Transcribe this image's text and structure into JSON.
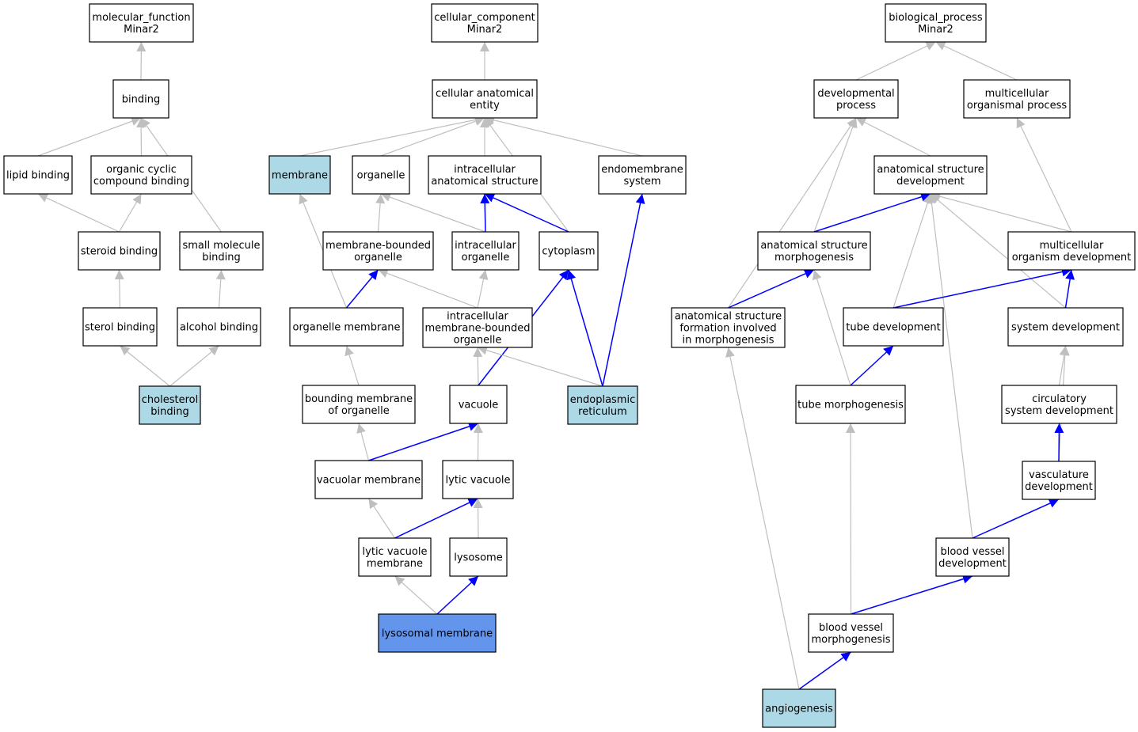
{
  "colors": {
    "grey_edge": "#bfbfbf",
    "blue_edge": "#0000ff",
    "highlight": "#add8e6",
    "query": "#6495ed",
    "default": "#ffffff"
  },
  "nodes": [
    {
      "id": "mf",
      "lines": [
        "molecular_function",
        "Minar2"
      ],
      "style": "default"
    },
    {
      "id": "binding",
      "lines": [
        "binding"
      ],
      "style": "default"
    },
    {
      "id": "lipid_binding",
      "lines": [
        "lipid binding"
      ],
      "style": "default"
    },
    {
      "id": "organic_cyclic",
      "lines": [
        "organic cyclic",
        "compound binding"
      ],
      "style": "default"
    },
    {
      "id": "steroid_binding",
      "lines": [
        "steroid binding"
      ],
      "style": "default"
    },
    {
      "id": "small_molecule",
      "lines": [
        "small molecule",
        "binding"
      ],
      "style": "default"
    },
    {
      "id": "sterol_binding",
      "lines": [
        "sterol binding"
      ],
      "style": "default"
    },
    {
      "id": "alcohol_binding",
      "lines": [
        "alcohol binding"
      ],
      "style": "default"
    },
    {
      "id": "cholesterol_binding",
      "lines": [
        "cholesterol",
        "binding"
      ],
      "style": "highlight"
    },
    {
      "id": "cc",
      "lines": [
        "cellular_component",
        "Minar2"
      ],
      "style": "default"
    },
    {
      "id": "cae",
      "lines": [
        "cellular anatomical",
        "entity"
      ],
      "style": "default"
    },
    {
      "id": "membrane",
      "lines": [
        "membrane"
      ],
      "style": "highlight"
    },
    {
      "id": "organelle",
      "lines": [
        "organelle"
      ],
      "style": "default"
    },
    {
      "id": "ias",
      "lines": [
        "intracellular",
        "anatomical structure"
      ],
      "style": "default"
    },
    {
      "id": "endomembrane",
      "lines": [
        "endomembrane",
        "system"
      ],
      "style": "default"
    },
    {
      "id": "mbo",
      "lines": [
        "membrane-bounded",
        "organelle"
      ],
      "style": "default"
    },
    {
      "id": "io",
      "lines": [
        "intracellular",
        "organelle"
      ],
      "style": "default"
    },
    {
      "id": "cytoplasm",
      "lines": [
        "cytoplasm"
      ],
      "style": "default"
    },
    {
      "id": "om",
      "lines": [
        "organelle membrane"
      ],
      "style": "default"
    },
    {
      "id": "imbo",
      "lines": [
        "intracellular",
        "membrane-bounded",
        "organelle"
      ],
      "style": "default"
    },
    {
      "id": "bmo",
      "lines": [
        "bounding membrane",
        "of organelle"
      ],
      "style": "default"
    },
    {
      "id": "vacuole",
      "lines": [
        "vacuole"
      ],
      "style": "default"
    },
    {
      "id": "er",
      "lines": [
        "endoplasmic",
        "reticulum"
      ],
      "style": "highlight"
    },
    {
      "id": "vm",
      "lines": [
        "vacuolar membrane"
      ],
      "style": "default"
    },
    {
      "id": "lv",
      "lines": [
        "lytic vacuole"
      ],
      "style": "default"
    },
    {
      "id": "lvm",
      "lines": [
        "lytic vacuole",
        "membrane"
      ],
      "style": "default"
    },
    {
      "id": "lysosome",
      "lines": [
        "lysosome"
      ],
      "style": "default"
    },
    {
      "id": "lm",
      "lines": [
        "lysosomal membrane"
      ],
      "style": "query"
    },
    {
      "id": "bp",
      "lines": [
        "biological_process",
        "Minar2"
      ],
      "style": "default"
    },
    {
      "id": "dp",
      "lines": [
        "developmental",
        "process"
      ],
      "style": "default"
    },
    {
      "id": "mop",
      "lines": [
        "multicellular",
        "organismal process"
      ],
      "style": "default"
    },
    {
      "id": "asd",
      "lines": [
        "anatomical structure",
        "development"
      ],
      "style": "default"
    },
    {
      "id": "asm",
      "lines": [
        "anatomical structure",
        "morphogenesis"
      ],
      "style": "default"
    },
    {
      "id": "mod",
      "lines": [
        "multicellular",
        "organism development"
      ],
      "style": "default"
    },
    {
      "id": "asf",
      "lines": [
        "anatomical structure",
        "formation involved",
        "in morphogenesis"
      ],
      "style": "default"
    },
    {
      "id": "td",
      "lines": [
        "tube development"
      ],
      "style": "default"
    },
    {
      "id": "sd",
      "lines": [
        "system development"
      ],
      "style": "default"
    },
    {
      "id": "tm",
      "lines": [
        "tube morphogenesis"
      ],
      "style": "default"
    },
    {
      "id": "csd",
      "lines": [
        "circulatory",
        "system development"
      ],
      "style": "default"
    },
    {
      "id": "vd",
      "lines": [
        "vasculature",
        "development"
      ],
      "style": "default"
    },
    {
      "id": "bvd",
      "lines": [
        "blood vessel",
        "development"
      ],
      "style": "default"
    },
    {
      "id": "bvm",
      "lines": [
        "blood vessel",
        "morphogenesis"
      ],
      "style": "default"
    },
    {
      "id": "angio",
      "lines": [
        "angiogenesis"
      ],
      "style": "highlight"
    }
  ],
  "edges": [
    {
      "from": "binding",
      "to": "mf",
      "kind": "grey"
    },
    {
      "from": "lipid_binding",
      "to": "binding",
      "kind": "grey"
    },
    {
      "from": "organic_cyclic",
      "to": "binding",
      "kind": "grey"
    },
    {
      "from": "small_molecule",
      "to": "binding",
      "kind": "grey"
    },
    {
      "from": "steroid_binding",
      "to": "lipid_binding",
      "kind": "grey"
    },
    {
      "from": "steroid_binding",
      "to": "organic_cyclic",
      "kind": "grey"
    },
    {
      "from": "sterol_binding",
      "to": "steroid_binding",
      "kind": "grey"
    },
    {
      "from": "alcohol_binding",
      "to": "small_molecule",
      "kind": "grey"
    },
    {
      "from": "cholesterol_binding",
      "to": "sterol_binding",
      "kind": "grey"
    },
    {
      "from": "cholesterol_binding",
      "to": "alcohol_binding",
      "kind": "grey"
    },
    {
      "from": "cae",
      "to": "cc",
      "kind": "grey"
    },
    {
      "from": "membrane",
      "to": "cae",
      "kind": "grey"
    },
    {
      "from": "organelle",
      "to": "cae",
      "kind": "grey"
    },
    {
      "from": "ias",
      "to": "cae",
      "kind": "grey"
    },
    {
      "from": "endomembrane",
      "to": "cae",
      "kind": "grey"
    },
    {
      "from": "cytoplasm",
      "to": "cae",
      "kind": "grey"
    },
    {
      "from": "mbo",
      "to": "organelle",
      "kind": "grey"
    },
    {
      "from": "io",
      "to": "organelle",
      "kind": "grey"
    },
    {
      "from": "io",
      "to": "ias",
      "kind": "blue"
    },
    {
      "from": "cytoplasm",
      "to": "ias",
      "kind": "blue"
    },
    {
      "from": "om",
      "to": "membrane",
      "kind": "grey"
    },
    {
      "from": "om",
      "to": "mbo",
      "kind": "blue"
    },
    {
      "from": "imbo",
      "to": "mbo",
      "kind": "grey"
    },
    {
      "from": "imbo",
      "to": "io",
      "kind": "grey"
    },
    {
      "from": "bmo",
      "to": "om",
      "kind": "grey"
    },
    {
      "from": "vacuole",
      "to": "imbo",
      "kind": "grey"
    },
    {
      "from": "vacuole",
      "to": "cytoplasm",
      "kind": "blue"
    },
    {
      "from": "er",
      "to": "imbo",
      "kind": "grey"
    },
    {
      "from": "er",
      "to": "cytoplasm",
      "kind": "blue"
    },
    {
      "from": "er",
      "to": "endomembrane",
      "kind": "blue"
    },
    {
      "from": "vm",
      "to": "bmo",
      "kind": "grey"
    },
    {
      "from": "vm",
      "to": "vacuole",
      "kind": "blue"
    },
    {
      "from": "lv",
      "to": "vacuole",
      "kind": "grey"
    },
    {
      "from": "lvm",
      "to": "vm",
      "kind": "grey"
    },
    {
      "from": "lvm",
      "to": "lv",
      "kind": "blue"
    },
    {
      "from": "lysosome",
      "to": "lv",
      "kind": "grey"
    },
    {
      "from": "lm",
      "to": "lvm",
      "kind": "grey"
    },
    {
      "from": "lm",
      "to": "lysosome",
      "kind": "blue"
    },
    {
      "from": "dp",
      "to": "bp",
      "kind": "grey"
    },
    {
      "from": "mop",
      "to": "bp",
      "kind": "grey"
    },
    {
      "from": "asd",
      "to": "dp",
      "kind": "grey"
    },
    {
      "from": "asm",
      "to": "dp",
      "kind": "grey"
    },
    {
      "from": "asf",
      "to": "dp",
      "kind": "grey"
    },
    {
      "from": "mod",
      "to": "mop",
      "kind": "grey"
    },
    {
      "from": "asm",
      "to": "asd",
      "kind": "blue"
    },
    {
      "from": "mod",
      "to": "asd",
      "kind": "grey"
    },
    {
      "from": "td",
      "to": "asd",
      "kind": "grey"
    },
    {
      "from": "sd",
      "to": "asd",
      "kind": "grey"
    },
    {
      "from": "bvd",
      "to": "asd",
      "kind": "grey"
    },
    {
      "from": "asf",
      "to": "asm",
      "kind": "blue"
    },
    {
      "from": "tm",
      "to": "asm",
      "kind": "grey"
    },
    {
      "from": "td",
      "to": "mod",
      "kind": "blue"
    },
    {
      "from": "sd",
      "to": "mod",
      "kind": "blue"
    },
    {
      "from": "tm",
      "to": "td",
      "kind": "blue"
    },
    {
      "from": "csd",
      "to": "sd",
      "kind": "grey"
    },
    {
      "from": "vd",
      "to": "sd",
      "kind": "grey"
    },
    {
      "from": "vd",
      "to": "csd",
      "kind": "blue"
    },
    {
      "from": "bvd",
      "to": "vd",
      "kind": "blue"
    },
    {
      "from": "bvm",
      "to": "bvd",
      "kind": "blue"
    },
    {
      "from": "bvm",
      "to": "tm",
      "kind": "grey"
    },
    {
      "from": "angio",
      "to": "bvm",
      "kind": "blue"
    },
    {
      "from": "angio",
      "to": "asf",
      "kind": "grey"
    }
  ]
}
